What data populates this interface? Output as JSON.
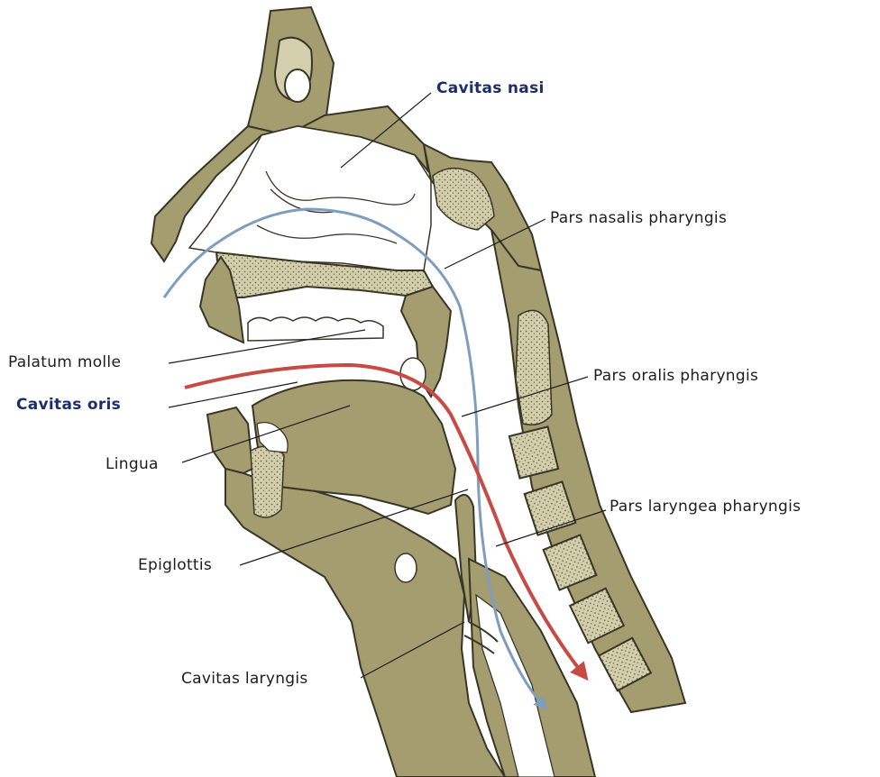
{
  "labels": {
    "cavitas_nasi": "Cavitas nasi",
    "pars_nasalis_pharyngis": "Pars nasalis pharyngis",
    "palatum_molle": "Palatum molle",
    "pars_oralis_pharyngis": "Pars oralis pharyngis",
    "cavitas_oris": "Cavitas oris",
    "lingua": "Lingua",
    "pars_laryngea_pharyngis": "Pars laryngea pharyngis",
    "epiglottis": "Epiglottis",
    "cavitas_laryngis": "Cavitas laryngis"
  },
  "colors": {
    "tissue": "#a39d6f",
    "bone": "#d3cfac",
    "outline": "#3a3626",
    "air_pathway": "#7f9dbe",
    "food_pathway": "#c84a44",
    "highlight_label": "#1c2d6e"
  }
}
